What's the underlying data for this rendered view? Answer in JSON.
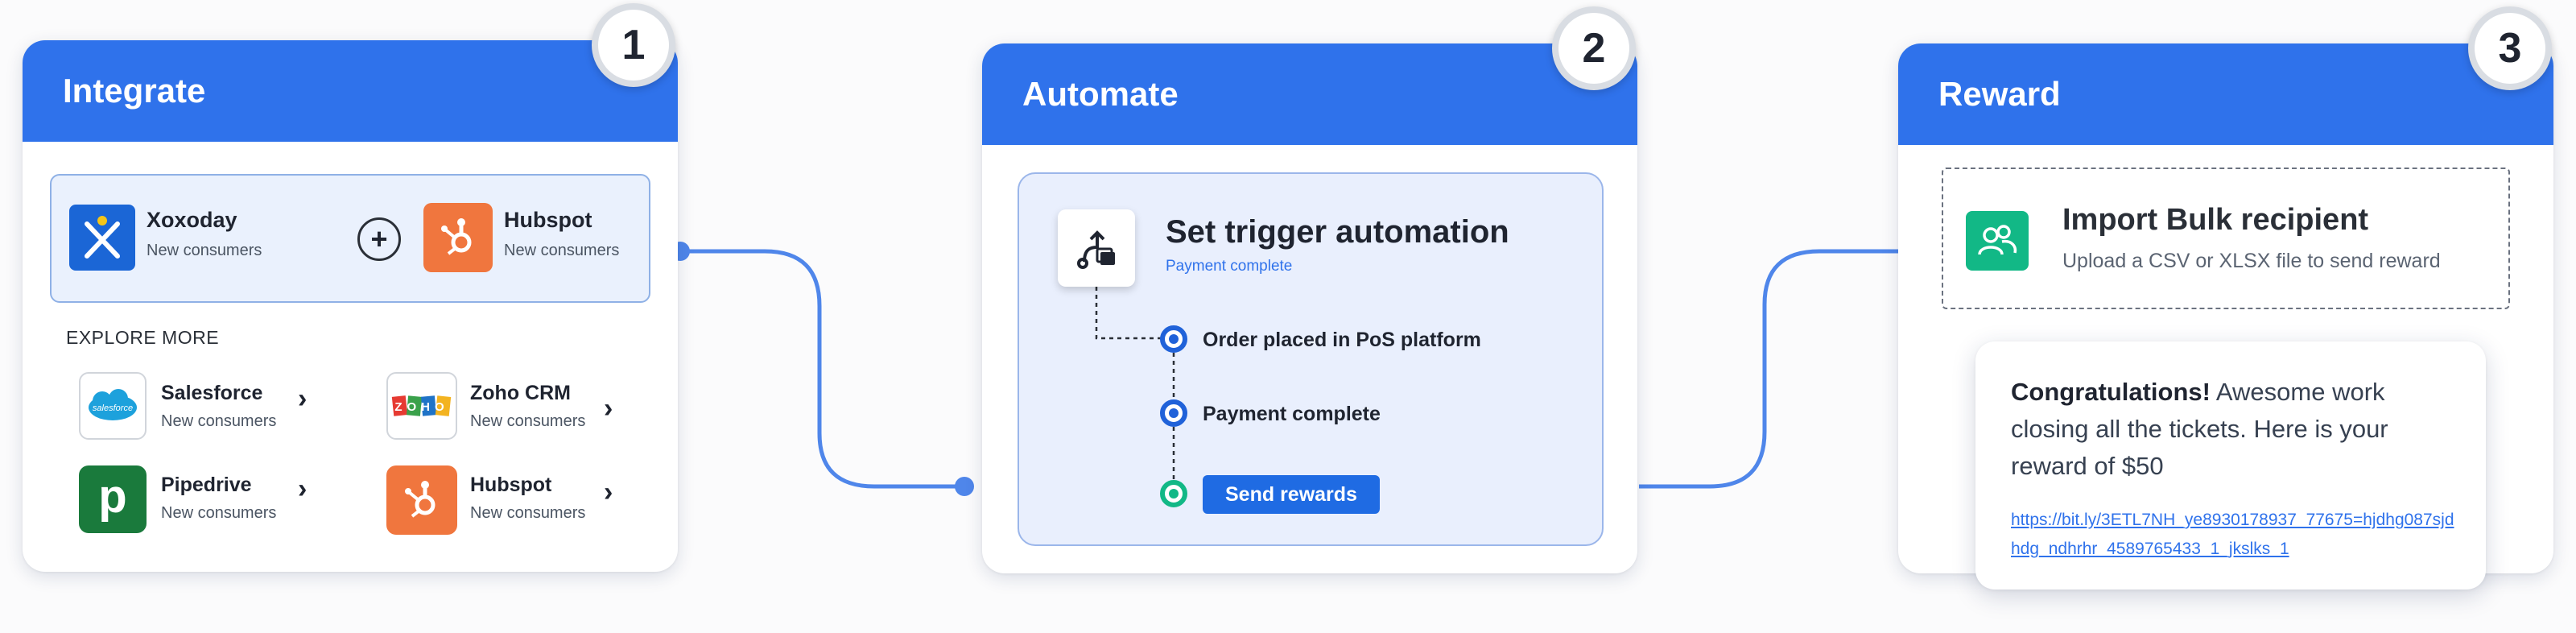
{
  "steps": [
    {
      "number": "1",
      "title": "Integrate"
    },
    {
      "number": "2",
      "title": "Automate"
    },
    {
      "number": "3",
      "title": "Reward"
    }
  ],
  "integrate": {
    "selected": [
      {
        "name": "Xoxoday",
        "subtitle": "New consumers",
        "icon": "xoxoday-logo"
      },
      {
        "name": "Hubspot",
        "subtitle": "New consumers",
        "icon": "hubspot-logo"
      }
    ],
    "plus_symbol": "+",
    "explore_label": "EXPLORE MORE",
    "explore_items": [
      {
        "name": "Salesforce",
        "subtitle": "New consumers",
        "icon": "salesforce-logo",
        "logo_text": "salesforce"
      },
      {
        "name": "Zoho CRM",
        "subtitle": "New consumers",
        "icon": "zoho-logo",
        "logo_text": "ZOHO"
      },
      {
        "name": "Pipedrive",
        "subtitle": "New consumers",
        "icon": "pipedrive-logo",
        "logo_text": "p"
      },
      {
        "name": "Hubspot",
        "subtitle": "New consumers",
        "icon": "hubspot-logo"
      }
    ]
  },
  "automate": {
    "title": "Set trigger automation",
    "subtitle": "Payment complete",
    "icon": "trigger-automation-icon",
    "steps": [
      {
        "label": "Order placed in PoS platform",
        "state": "blue"
      },
      {
        "label": "Payment complete",
        "state": "blue"
      },
      {
        "label": "Send rewards",
        "state": "green"
      }
    ]
  },
  "reward": {
    "import_title": "Import Bulk recipient",
    "import_subtitle": "Upload a CSV or XLSX file to send reward",
    "icon": "recipients-icon",
    "congrats_bold": "Congratulations!",
    "congrats_text": " Awesome work closing all the tickets. Here is your reward of $50",
    "link": "https://bit.ly/3ETL7NH_ye8930178937_77675=hjdhg087sjdhdg_ndhrhr_4589765433_1_jkslks_1"
  },
  "colors": {
    "primary": "#2f72eb",
    "panel_bg": "#eaf1fd",
    "success": "#12b886",
    "hubspot": "#f0763e",
    "pipedrive": "#1a7a3c",
    "xoxoday": "#1b66d6"
  }
}
